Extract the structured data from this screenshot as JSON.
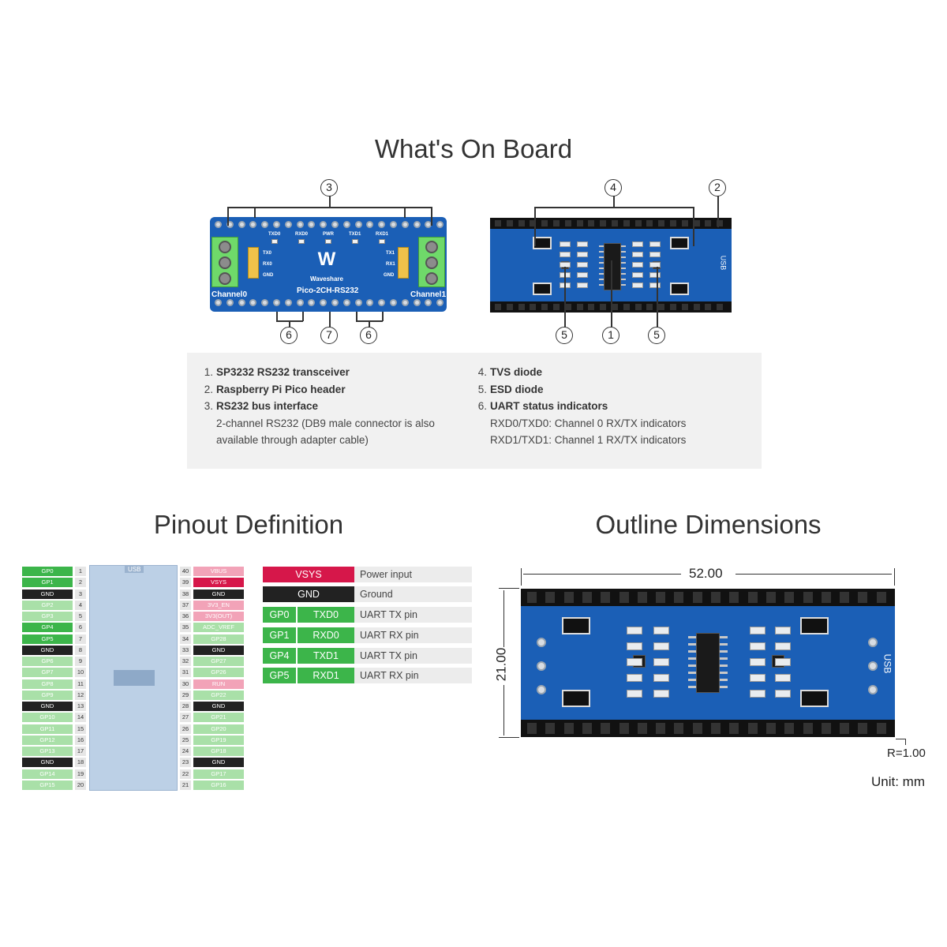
{
  "titles": {
    "onboard": "What's On Board",
    "pinout": "Pinout Definition",
    "outline": "Outline Dimensions"
  },
  "front_board": {
    "labels": {
      "txd0": "TXD0",
      "rxd0": "RXD0",
      "pwr": "PWR",
      "txd1": "TXD1",
      "rxd1": "RXD1",
      "tx0": "TX0",
      "rx0": "RX0",
      "gnd_l": "GND",
      "tx1": "TX1",
      "rx1": "RX1",
      "gnd_r": "GND",
      "brand": "Waveshare",
      "model": "Pico-2CH-RS232",
      "ch0": "Channel0",
      "ch1": "Channel1"
    }
  },
  "back_board": {
    "usb": "USB"
  },
  "callouts": {
    "c1": "1",
    "c2": "2",
    "c3": "3",
    "c4": "4",
    "c5a": "5",
    "c5b": "5",
    "c6a": "6",
    "c6b": "6",
    "c7": "7"
  },
  "info": {
    "left": [
      {
        "num": "1.",
        "title": "SP3232 RS232 transceiver"
      },
      {
        "num": "2.",
        "title": "Raspberry Pi Pico header"
      },
      {
        "num": "3.",
        "title": "RS232 bus interface"
      }
    ],
    "left_sub": [
      "2-channel RS232 (DB9 male connector is also",
      "available through adapter cable)"
    ],
    "right": [
      {
        "num": "4.",
        "title": "TVS diode"
      },
      {
        "num": "5.",
        "title": "ESD diode"
      },
      {
        "num": "6.",
        "title": "UART status indicators"
      }
    ],
    "right_sub": [
      "RXD0/TXD0: Channel 0 RX/TX indicators",
      "RXD1/TXD1: Channel 1 RX/TX indicators"
    ]
  },
  "pinout": {
    "usb": "USB",
    "left": [
      {
        "n": "1",
        "name": "GP0",
        "c": "#3cb54a"
      },
      {
        "n": "2",
        "name": "GP1",
        "c": "#3cb54a"
      },
      {
        "n": "3",
        "name": "GND",
        "c": "#222222"
      },
      {
        "n": "4",
        "name": "GP2",
        "c": "#a9e0a8"
      },
      {
        "n": "5",
        "name": "GP3",
        "c": "#a9e0a8"
      },
      {
        "n": "6",
        "name": "GP4",
        "c": "#3cb54a"
      },
      {
        "n": "7",
        "name": "GP5",
        "c": "#3cb54a"
      },
      {
        "n": "8",
        "name": "GND",
        "c": "#222222"
      },
      {
        "n": "9",
        "name": "GP6",
        "c": "#a9e0a8"
      },
      {
        "n": "10",
        "name": "GP7",
        "c": "#a9e0a8"
      },
      {
        "n": "11",
        "name": "GP8",
        "c": "#a9e0a8"
      },
      {
        "n": "12",
        "name": "GP9",
        "c": "#a9e0a8"
      },
      {
        "n": "13",
        "name": "GND",
        "c": "#222222"
      },
      {
        "n": "14",
        "name": "GP10",
        "c": "#a9e0a8"
      },
      {
        "n": "15",
        "name": "GP11",
        "c": "#a9e0a8"
      },
      {
        "n": "16",
        "name": "GP12",
        "c": "#a9e0a8"
      },
      {
        "n": "17",
        "name": "GP13",
        "c": "#a9e0a8"
      },
      {
        "n": "18",
        "name": "GND",
        "c": "#222222"
      },
      {
        "n": "19",
        "name": "GP14",
        "c": "#a9e0a8"
      },
      {
        "n": "20",
        "name": "GP15",
        "c": "#a9e0a8"
      }
    ],
    "right": [
      {
        "n": "40",
        "name": "VBUS",
        "c": "#f2a3b8"
      },
      {
        "n": "39",
        "name": "VSYS",
        "c": "#d6174a"
      },
      {
        "n": "38",
        "name": "GND",
        "c": "#222222"
      },
      {
        "n": "37",
        "name": "3V3_EN",
        "c": "#f2a3b8"
      },
      {
        "n": "36",
        "name": "3V3(OUT)",
        "c": "#f2a3b8"
      },
      {
        "n": "35",
        "name": "ADC_VREF",
        "c": "#a9e0a8"
      },
      {
        "n": "34",
        "name": "GP28",
        "c": "#a9e0a8"
      },
      {
        "n": "33",
        "name": "GND",
        "c": "#222222"
      },
      {
        "n": "32",
        "name": "GP27",
        "c": "#a9e0a8"
      },
      {
        "n": "31",
        "name": "GP26",
        "c": "#a9e0a8"
      },
      {
        "n": "30",
        "name": "RUN",
        "c": "#f2a3b8"
      },
      {
        "n": "29",
        "name": "GP22",
        "c": "#a9e0a8"
      },
      {
        "n": "28",
        "name": "GND",
        "c": "#222222"
      },
      {
        "n": "27",
        "name": "GP21",
        "c": "#a9e0a8"
      },
      {
        "n": "26",
        "name": "GP20",
        "c": "#a9e0a8"
      },
      {
        "n": "25",
        "name": "GP19",
        "c": "#a9e0a8"
      },
      {
        "n": "24",
        "name": "GP18",
        "c": "#a9e0a8"
      },
      {
        "n": "23",
        "name": "GND",
        "c": "#222222"
      },
      {
        "n": "22",
        "name": "GP17",
        "c": "#a9e0a8"
      },
      {
        "n": "21",
        "name": "GP16",
        "c": "#a9e0a8"
      }
    ]
  },
  "pin_table": [
    {
      "pin": "VSYS",
      "fn": "",
      "desc": "Power input",
      "c": "#d6174a"
    },
    {
      "pin": "GND",
      "fn": "",
      "desc": "Ground",
      "c": "#222222"
    },
    {
      "pin": "GP0",
      "fn": "TXD0",
      "desc": "UART TX pin",
      "c": "#3cb54a"
    },
    {
      "pin": "GP1",
      "fn": "RXD0",
      "desc": "UART RX pin",
      "c": "#3cb54a"
    },
    {
      "pin": "GP4",
      "fn": "TXD1",
      "desc": "UART TX pin",
      "c": "#3cb54a"
    },
    {
      "pin": "GP5",
      "fn": "RXD1",
      "desc": "UART RX pin",
      "c": "#3cb54a"
    }
  ],
  "dimensions": {
    "width": "52.00",
    "height": "21.00",
    "radius": "R=1.00",
    "unit": "Unit: mm",
    "usb": "USB"
  }
}
